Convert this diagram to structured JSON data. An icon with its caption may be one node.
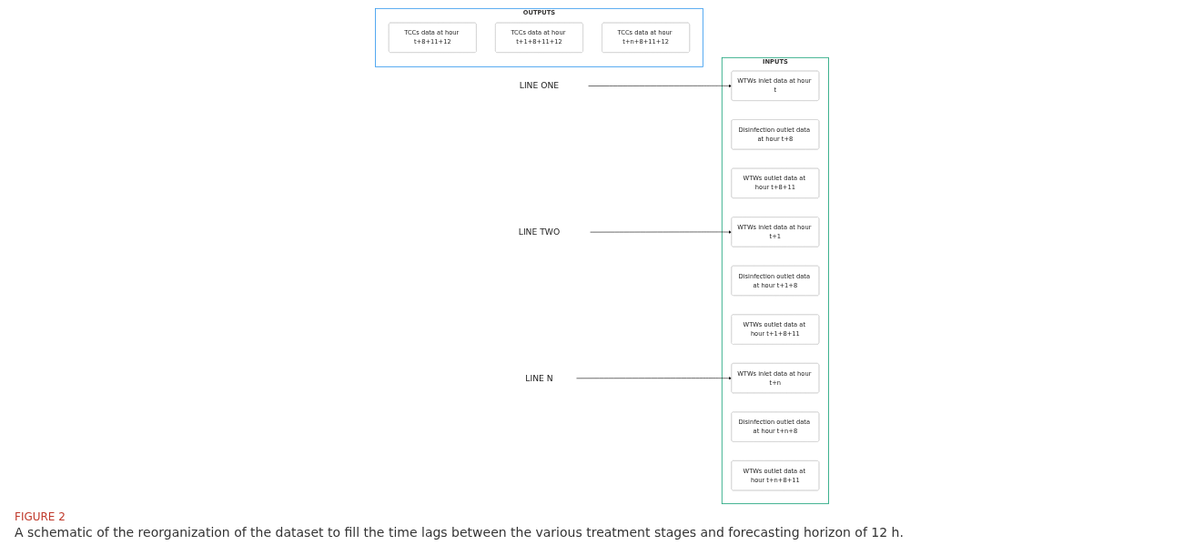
{
  "diagram": {
    "caption": "A schematic of the reorganization of the dataset to fill the time lags between the various treatment stages and forecasting horizon of 12 h.",
    "nodes": [
      {
        "text": [
          "INPUTS"
        ]
      },
      {
        "text": [
          "WTWs inlet data at hour t"
        ],
        "in": 0
      },
      {
        "text": [
          "Disinfection outlet data at hour t+8"
        ],
        "in": 0
      },
      {
        "text": [
          "WTWs outlet data at hour t+8+11"
        ],
        "in": 0
      },
      {
        "text": [
          "WTWs inlet data at hour t+1"
        ],
        "in": 0
      },
      {
        "text": [
          "Disinfection outlet data at hour t+1+8"
        ],
        "in": 0
      },
      {
        "text": [
          "WTWs outlet data at hour t+1+8+11"
        ],
        "in": 0
      },
      {
        "text": [
          "WTWs inlet data at hour t+n"
        ],
        "in": 0
      },
      {
        "text": [
          "Disinfection outlet data at hour t+n+8"
        ],
        "in": 0
      },
      {
        "text": [
          "WTWs outlet data at hour t+n+8+11"
        ],
        "in": 0
      },
      {
        "text": [
          "OUTPUTS"
        ]
      },
      {
        "text": [
          "TCCs data at hour t+8+11+12"
        ],
        "in": 10
      },
      {
        "text": [
          "TCCs data at hour t+1+8+11+12"
        ],
        "in": 10
      },
      {
        "text": [
          "TCCs data at hour t+n+8+11+12"
        ],
        "in": 10
      },
      {
        "text": [
          "LINE ONE"
        ]
      },
      {
        "text": [
          "LINE TWO"
        ]
      },
      {
        "text": [
          "LINE N"
        ]
      }
    ],
    "edges": [
      {
        "from": 14,
        "to": 1,
        "arrow": "to"
      },
      {
        "from": 15,
        "to": 4,
        "arrow": "to"
      },
      {
        "from": 16,
        "to": 7,
        "arrow": "to"
      }
    ],
    "labels": [
      "FIGURE 2"
    ]
  }
}
